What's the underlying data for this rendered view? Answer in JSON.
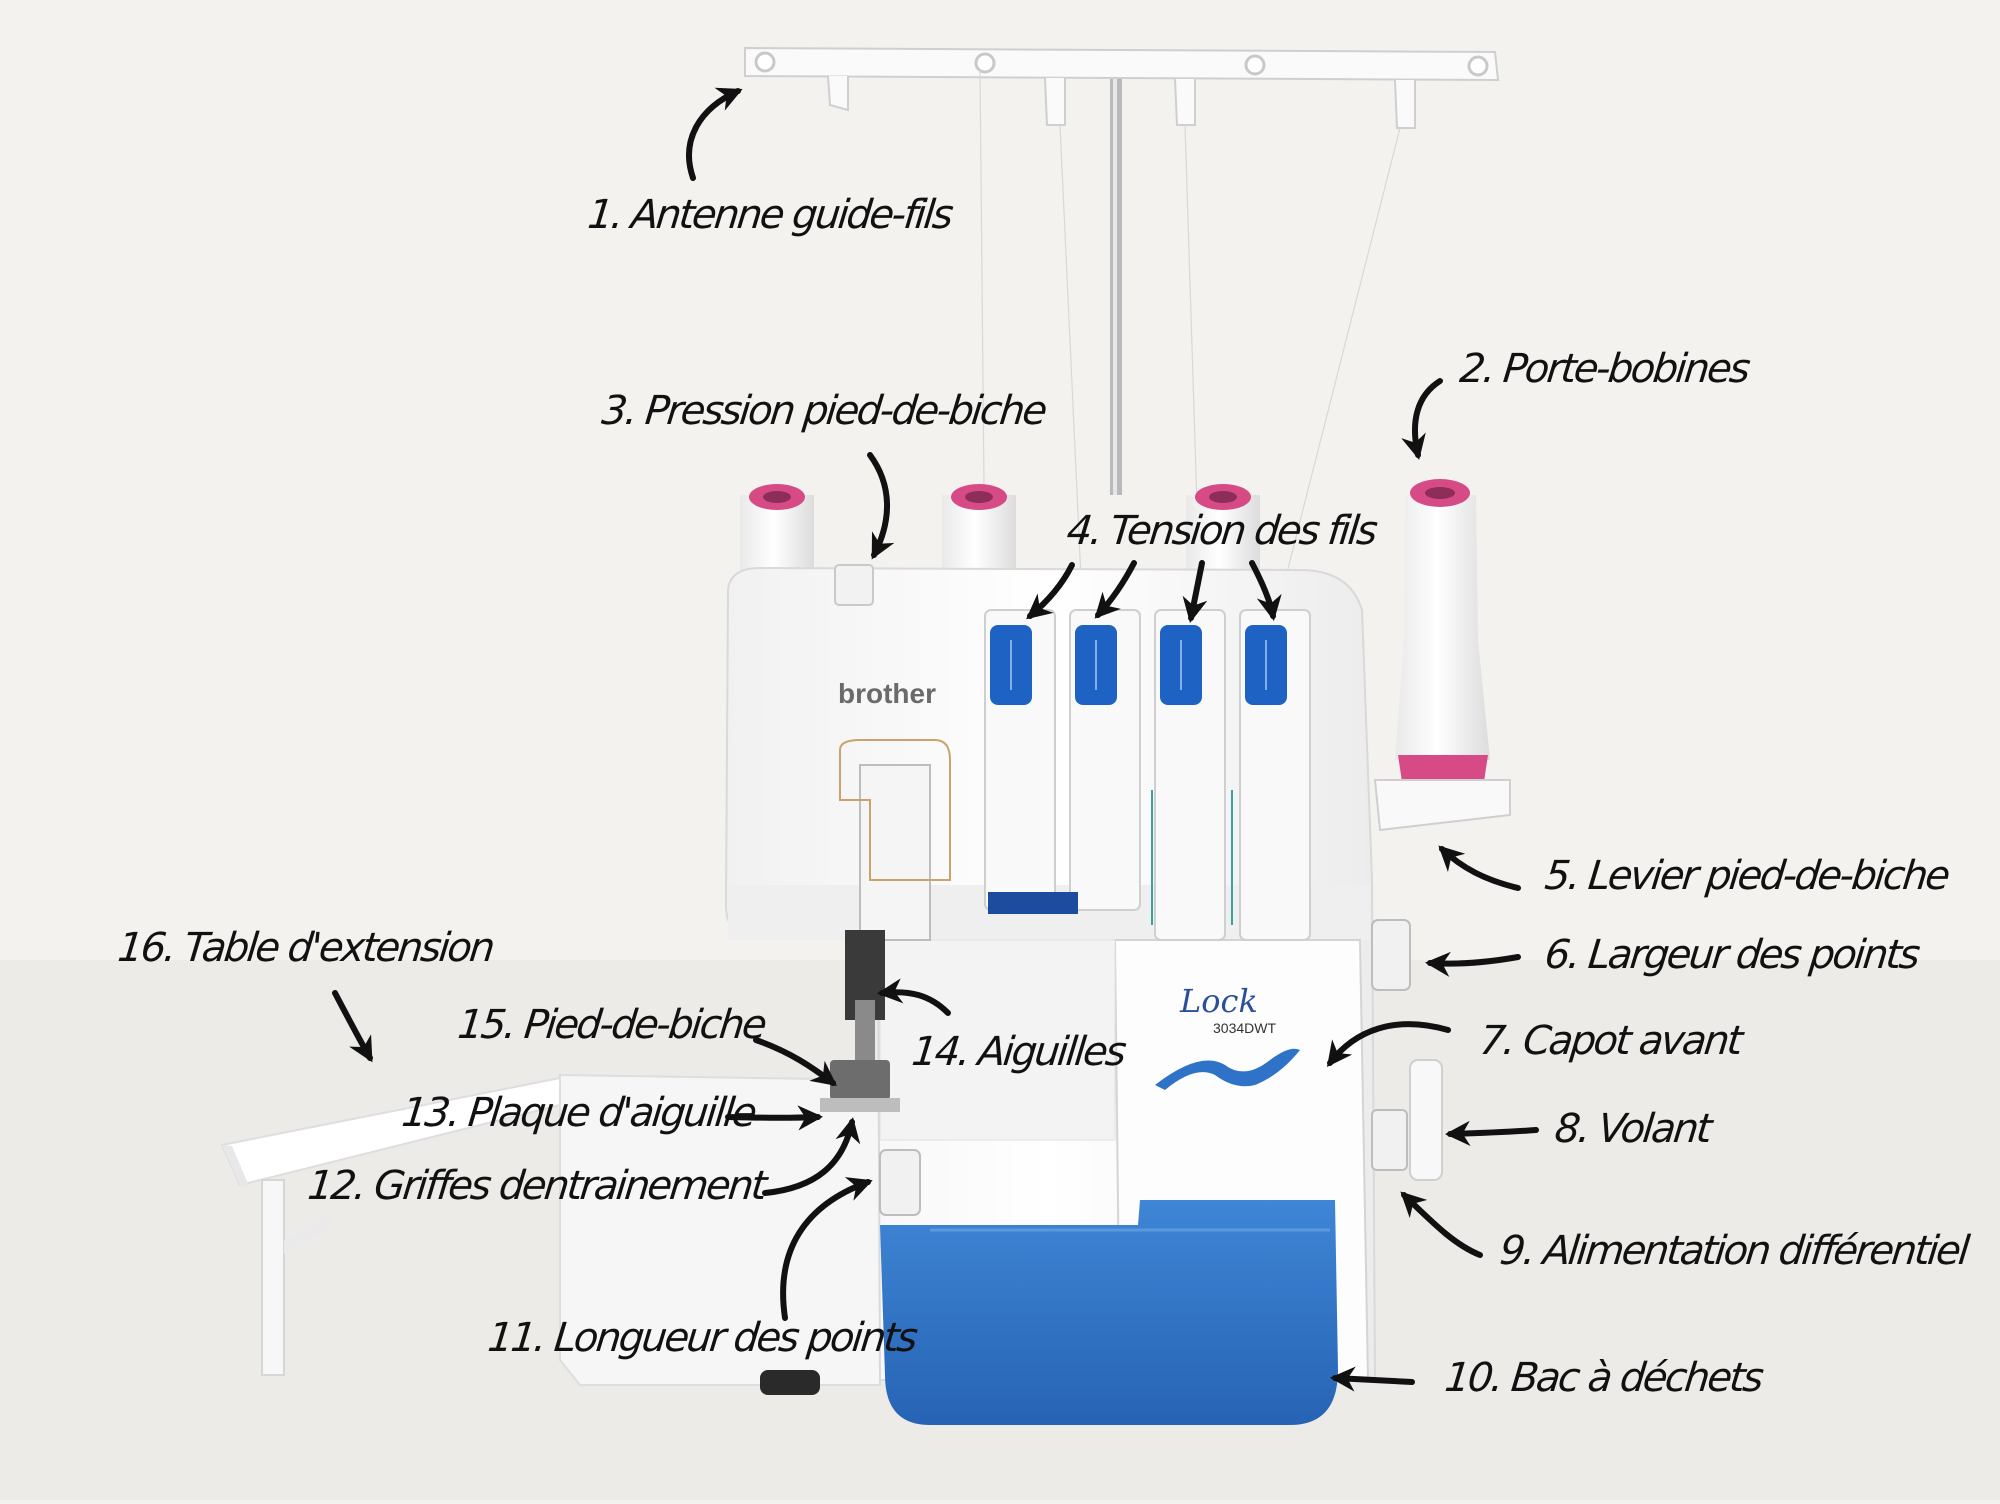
{
  "colors": {
    "background": "#f3f2ef",
    "machine_body": "#fbfbfb",
    "accent_blue": "#2f73c9",
    "dial_blue": "#1e63c4",
    "spool_pink": "#d64a86",
    "arrow": "#111111"
  },
  "machine": {
    "brand": "brother",
    "model_name": "Lock",
    "model_number": "3034DWT"
  },
  "labels": [
    {
      "id": "antenne-guide-fils",
      "text": "1. Antenne guide-fils"
    },
    {
      "id": "porte-bobines",
      "text": "2. Porte-bobines"
    },
    {
      "id": "pression-pied-de-biche",
      "text": "3. Pression pied-de-biche"
    },
    {
      "id": "tension-des-fils",
      "text": "4. Tension des fils"
    },
    {
      "id": "levier-pied-de-biche",
      "text": "5. Levier pied-de-biche"
    },
    {
      "id": "largeur-des-points",
      "text": "6. Largeur des points"
    },
    {
      "id": "capot-avant",
      "text": "7. Capot avant"
    },
    {
      "id": "volant",
      "text": "8. Volant"
    },
    {
      "id": "alimentation-differentiel",
      "text": "9. Alimentation différentiel"
    },
    {
      "id": "bac-a-dechets",
      "text": "10. Bac à déchets"
    },
    {
      "id": "longueur-des-points",
      "text": "11. Longueur des points"
    },
    {
      "id": "griffes-dentrainement",
      "text": "12. Griffes dentrainement"
    },
    {
      "id": "plaque-daiguille",
      "text": "13. Plaque d'aiguille"
    },
    {
      "id": "aiguilles",
      "text": "14. Aiguilles"
    },
    {
      "id": "pied-de-biche",
      "text": "15. Pied-de-biche"
    },
    {
      "id": "table-dextension",
      "text": "16. Table d'extension"
    }
  ]
}
